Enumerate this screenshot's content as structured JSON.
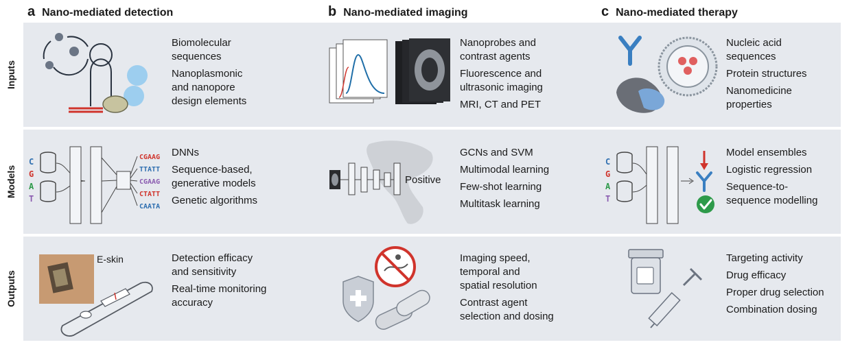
{
  "panels": [
    {
      "letter": "a",
      "title": "Nano-mediated detection"
    },
    {
      "letter": "b",
      "title": "Nano-mediated imaging"
    },
    {
      "letter": "c",
      "title": "Nano-mediated therapy"
    }
  ],
  "rows": [
    "Inputs",
    "Models",
    "Outputs"
  ],
  "inputs": {
    "detection": [
      "Biomolecular\nsequences",
      "Nanoplasmonic\nand nanopore\ndesign elements"
    ],
    "imaging": [
      "Nanoprobes and\ncontrast agents",
      "Fluorescence and\nultrasonic imaging",
      "MRI, CT and PET"
    ],
    "therapy": [
      "Nucleic acid\nsequences",
      "Protein structures",
      "Nanomedicine\nproperties"
    ]
  },
  "models": {
    "detection": [
      "DNNs",
      "Sequence-based,\ngenerative models",
      "Genetic algorithms"
    ],
    "imaging": [
      "GCNs and SVM",
      "Multimodal learning",
      "Few-shot learning",
      "Multitask learning"
    ],
    "therapy": [
      "Model ensembles",
      "Logistic regression",
      "Sequence-to-\nsequence modelling"
    ]
  },
  "outputs": {
    "detection": [
      "Detection efficacy\nand sensitivity",
      "Real-time monitoring\naccuracy"
    ],
    "imaging": [
      "Imaging speed,\ntemporal and\nspatial resolution",
      "Contrast agent\nselection and dosing"
    ],
    "therapy": [
      "Targeting activity",
      "Drug efficacy",
      "Proper drug selection",
      "Combination dosing"
    ]
  },
  "illustrations": {
    "dna_letters": [
      "C",
      "G",
      "A",
      "T"
    ],
    "generated_sequences": [
      "CGAAG",
      "TTATT",
      "CGAAG",
      "CTATT",
      "CAATA"
    ],
    "positive_label": "Positive",
    "eskin_label": "E-skin"
  },
  "colors": {
    "row_bg": "#e6e9ee",
    "dna_blue": "#2f6fb0",
    "dna_red": "#d0342c",
    "check_green": "#2e9a4a",
    "antibody_blue": "#3a7fc1"
  }
}
